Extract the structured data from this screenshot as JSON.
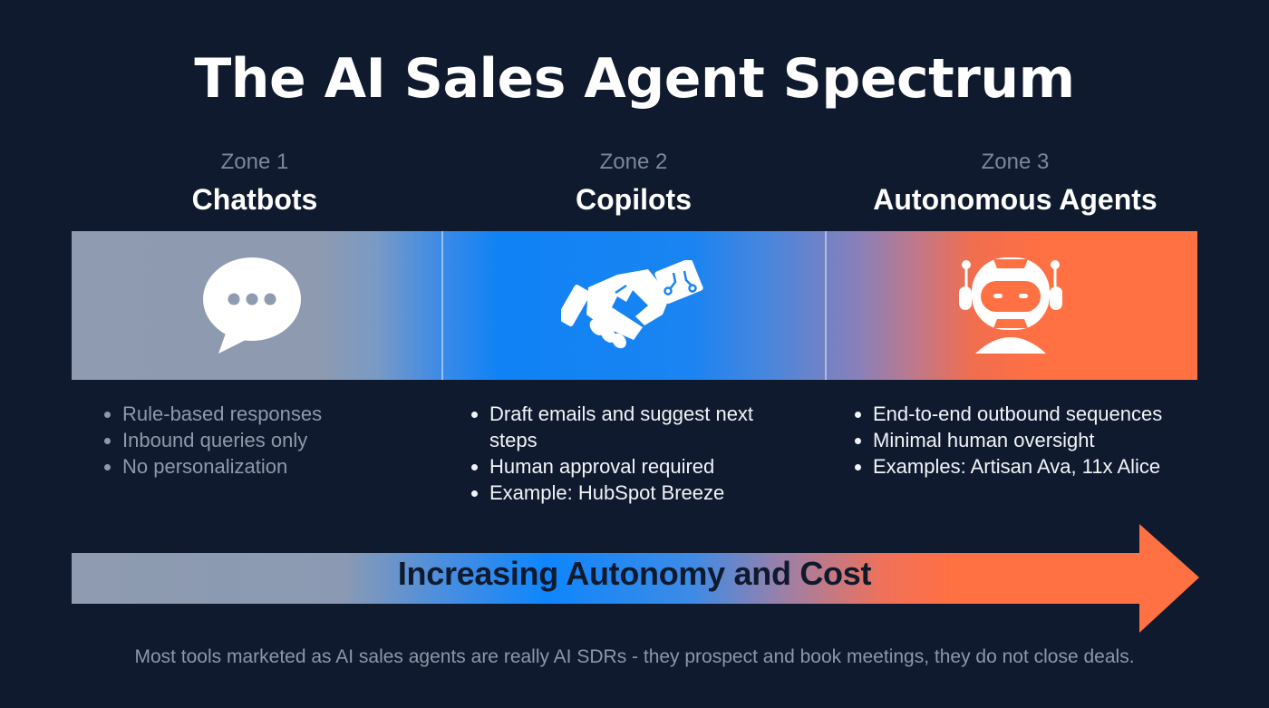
{
  "title": "The AI Sales Agent Spectrum",
  "colors": {
    "background": "#0f1a2e",
    "zone1": "#8e9bb0",
    "zone2": "#0f82f5",
    "zone3": "#ff7043",
    "muted_text": "#8f99aa"
  },
  "zones": [
    {
      "label": "Zone 1",
      "name": "Chatbots",
      "icon": "chat-bubble-icon",
      "bullets": [
        "Rule-based responses",
        "Inbound queries only",
        "No personalization"
      ]
    },
    {
      "label": "Zone 2",
      "name": "Copilots",
      "icon": "human-robot-handshake-icon",
      "bullets": [
        "Draft emails and suggest next steps",
        "Human approval required",
        "Example: HubSpot Breeze"
      ]
    },
    {
      "label": "Zone 3",
      "name": "Autonomous Agents",
      "icon": "robot-icon",
      "bullets": [
        "End-to-end outbound sequences",
        "Minimal human oversight",
        "Examples: Artisan Ava, 11x Alice"
      ]
    }
  ],
  "arrow": {
    "label": "Increasing Autonomy and Cost",
    "icon": "right-arrow-icon"
  },
  "footnote": "Most tools marketed as AI sales agents are really AI SDRs - they prospect and book meetings, they do not close deals."
}
